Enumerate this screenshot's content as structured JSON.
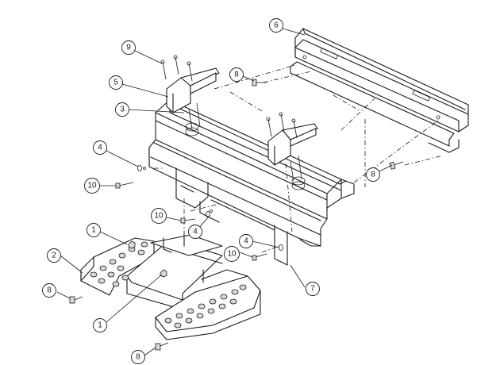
{
  "diagram": {
    "callouts": [
      {
        "id": "c9",
        "label": "9"
      },
      {
        "id": "c6",
        "label": "6"
      },
      {
        "id": "c8a",
        "label": "8"
      },
      {
        "id": "c5",
        "label": "5"
      },
      {
        "id": "c3",
        "label": "3"
      },
      {
        "id": "c4a",
        "label": "4"
      },
      {
        "id": "c10a",
        "label": "10"
      },
      {
        "id": "c8b",
        "label": "8"
      },
      {
        "id": "c10b",
        "label": "10"
      },
      {
        "id": "c4b",
        "label": "4"
      },
      {
        "id": "c1a",
        "label": "1"
      },
      {
        "id": "c2",
        "label": "2"
      },
      {
        "id": "c4c",
        "label": "4"
      },
      {
        "id": "c10c",
        "label": "10"
      },
      {
        "id": "c7",
        "label": "7"
      },
      {
        "id": "c8c",
        "label": "8"
      },
      {
        "id": "c1b",
        "label": "1"
      },
      {
        "id": "c8d",
        "label": "8"
      }
    ]
  }
}
